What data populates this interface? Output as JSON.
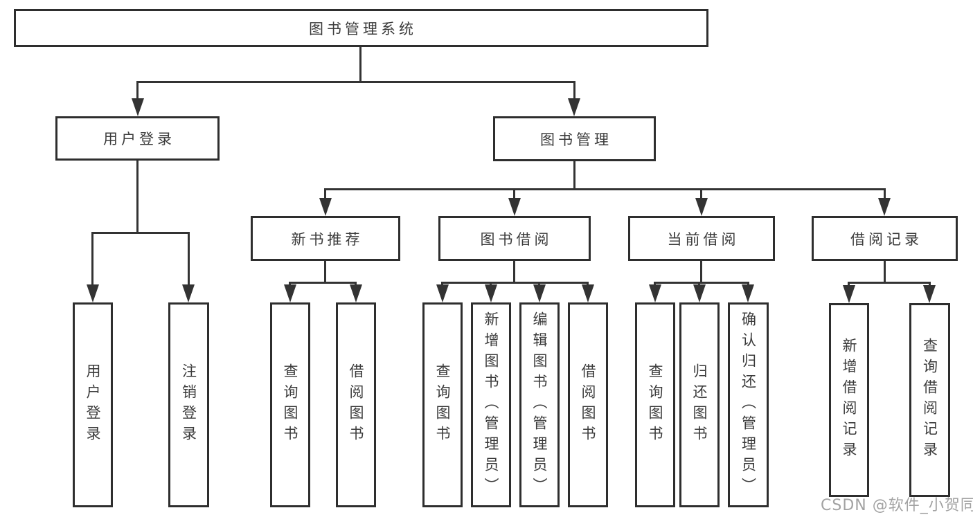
{
  "nodes": {
    "root": {
      "label": "图书管理系统"
    },
    "level2": [
      {
        "label": "用户登录"
      },
      {
        "label": "图书管理"
      }
    ],
    "level3": [
      {
        "label": "新书推荐"
      },
      {
        "label": "图书借阅"
      },
      {
        "label": "当前借阅"
      },
      {
        "label": "借阅记录"
      }
    ],
    "leaves": [
      {
        "label": "用户登录"
      },
      {
        "label": "注销登录"
      },
      {
        "label": "查询图书"
      },
      {
        "label": "借阅图书"
      },
      {
        "label": "查询图书"
      },
      {
        "label": "新增图书（管理员）"
      },
      {
        "label": "编辑图书（管理员）"
      },
      {
        "label": "借阅图书"
      },
      {
        "label": "查询图书"
      },
      {
        "label": "归还图书"
      },
      {
        "label": "确认归还（管理员）"
      },
      {
        "label": "新增借阅记录"
      },
      {
        "label": "查询借阅记录"
      }
    ]
  },
  "watermark": {
    "text": "CSDN @软件_小贺同学"
  },
  "colors": {
    "line": "#333333",
    "border": "#2e2e2e",
    "text": "#3b3b3b",
    "watermark": "#9b9b9b",
    "background": "#ffffff"
  }
}
